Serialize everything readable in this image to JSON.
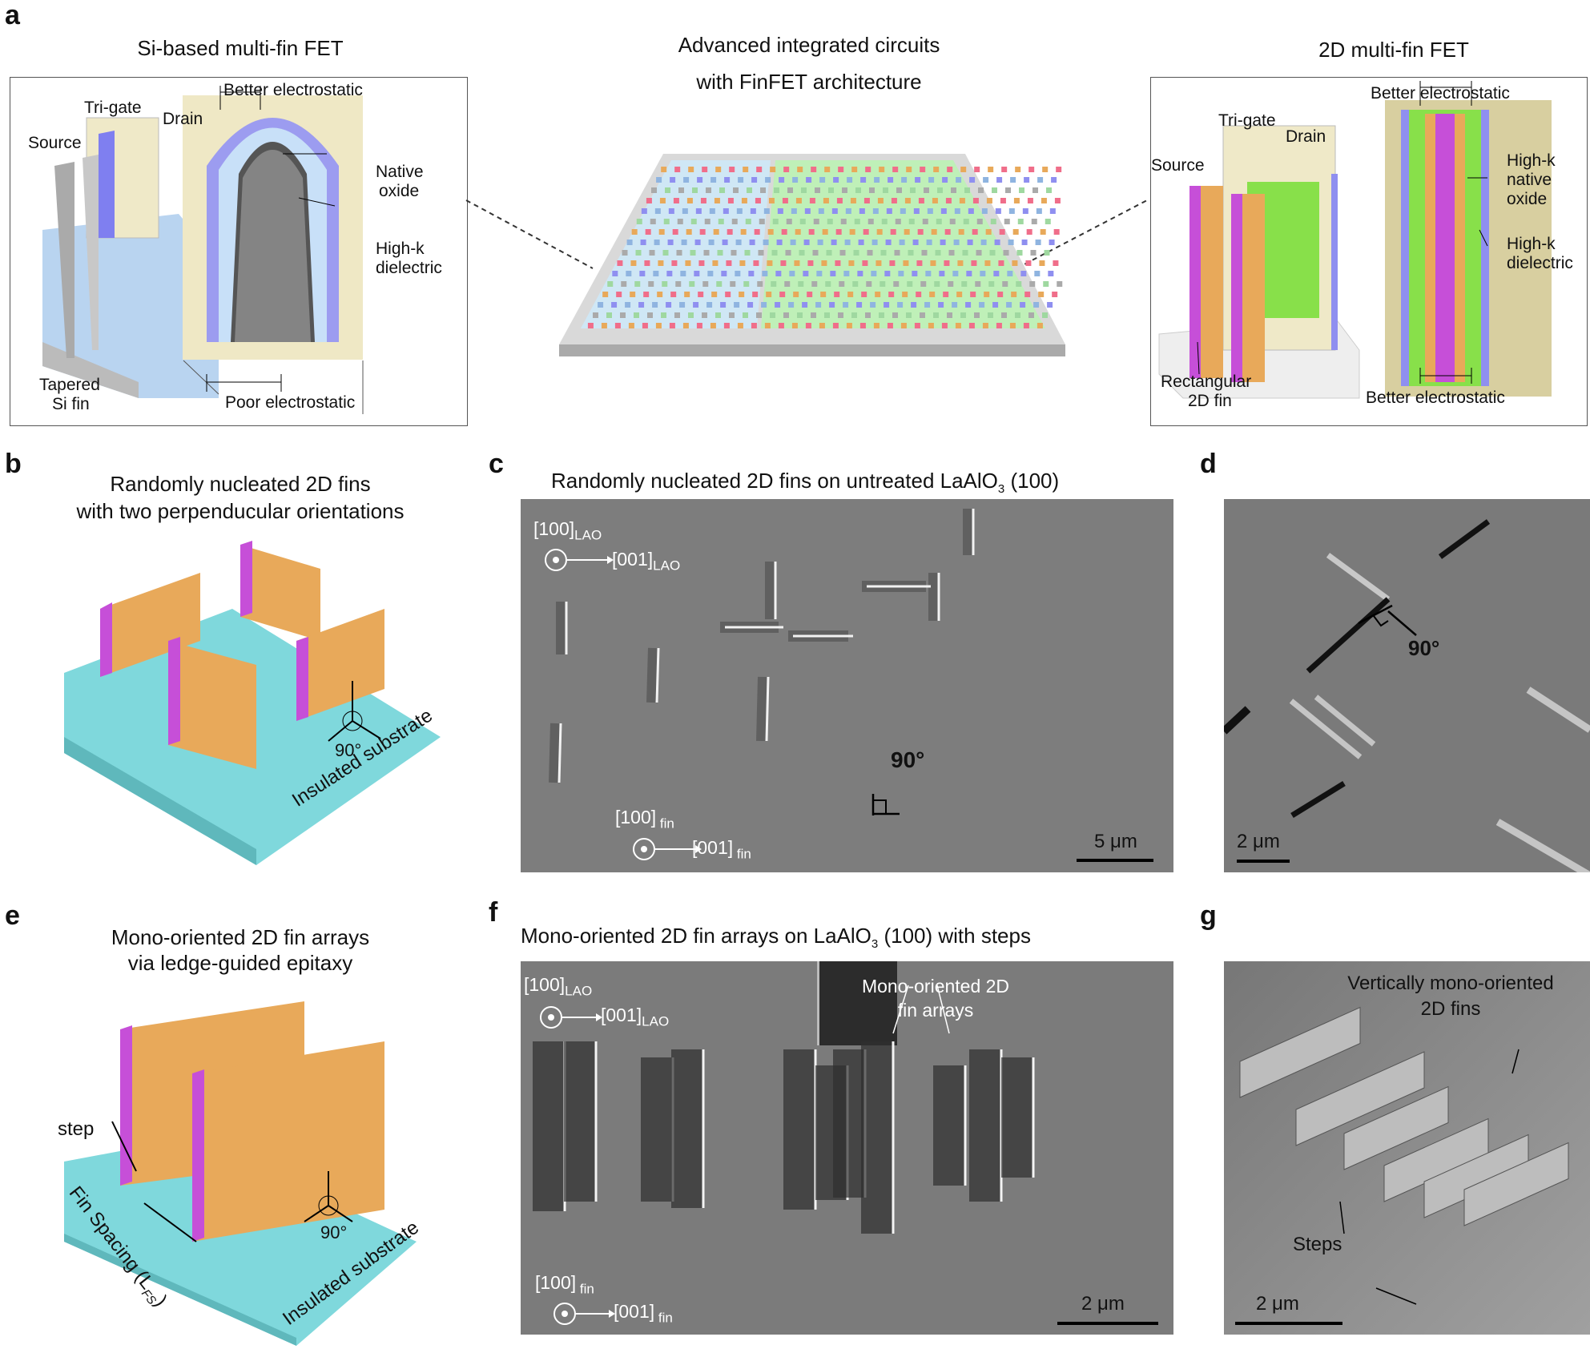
{
  "panels": {
    "a": {
      "letter": "a",
      "left_title": "Si-based multi-fin FET",
      "center_title_line1": "Advanced integrated circuits",
      "center_title_line2": "with  FinFET architecture",
      "right_title": "2D multi-fin FET",
      "left_labels": {
        "tri_gate": "Tri-gate",
        "drain": "Drain",
        "source": "Source",
        "tapered_1": "Tapered",
        "tapered_2": "Si fin",
        "better": "Better electrostatic",
        "native_1": "Native",
        "native_2": "oxide",
        "highk_1": "High-k",
        "highk_2": "dielectric",
        "poor": "Poor electrostatic"
      },
      "right_labels": {
        "better_top": "Better electrostatic",
        "tri_gate": "Tri-gate",
        "drain": "Drain",
        "source": "Source",
        "highk_native_1": "High-k",
        "highk_native_2": "native",
        "highk_native_3": "oxide",
        "highk_diel_1": "High-k",
        "highk_diel_2": "dielectric",
        "rect_1": "Rectangular",
        "rect_2": "2D fin",
        "better_bottom": "Better electrostatic"
      }
    },
    "b": {
      "letter": "b",
      "title_line1": "Randomly nucleated 2D fins",
      "title_line2": "with two perpenducular orientations",
      "angle": "90°",
      "substrate": "Insulated substrate"
    },
    "c": {
      "letter": "c",
      "title": "Randomly nucleated 2D fins on untreated LaAlO",
      "title_sub": "3",
      "title_end": " (100)",
      "lao_100": "[100]",
      "lao_sub": "LAO",
      "lao_001": "[001]",
      "fin_100": "[100]",
      "fin_sub": "fin",
      "fin_001": "[001]",
      "angle": "90°",
      "scale": "5 μm"
    },
    "d": {
      "letter": "d",
      "angle": "90°",
      "scale": "2 μm"
    },
    "e": {
      "letter": "e",
      "title_line1": "Mono-oriented 2D fin arrays",
      "title_line2": "via ledge-guided epitaxy",
      "step": "step",
      "spacing": "Fin Spacing (L",
      "spacing_sub": "FS",
      "spacing_end": ")",
      "angle": "90°",
      "substrate": "Insulated substrate"
    },
    "f": {
      "letter": "f",
      "title": "Mono-oriented 2D fin arrays  on LaAlO",
      "title_sub": "3",
      "title_end": " (100) with  steps",
      "lao_100": "[100]",
      "lao_sub": "LAO",
      "lao_001": "[001]",
      "fin_100": "[100]",
      "fin_sub": "fin",
      "fin_001": "[001]",
      "annot_1": "Mono-oriented 2D",
      "annot_2": "fin arrays",
      "scale": "2 μm"
    },
    "g": {
      "letter": "g",
      "annot_1": "Vertically mono-oriented",
      "annot_2": "2D fins",
      "steps": "Steps",
      "scale": "2 μm"
    }
  },
  "colors": {
    "fin_orange": "#e8a95a",
    "fin_magenta": "#c64fd8",
    "substrate_cyan": "#7fd8dc",
    "gate_green": "#88e04a",
    "dielectric_blue": "#8f8ff0",
    "sem_gray": "#7a7a7a"
  }
}
